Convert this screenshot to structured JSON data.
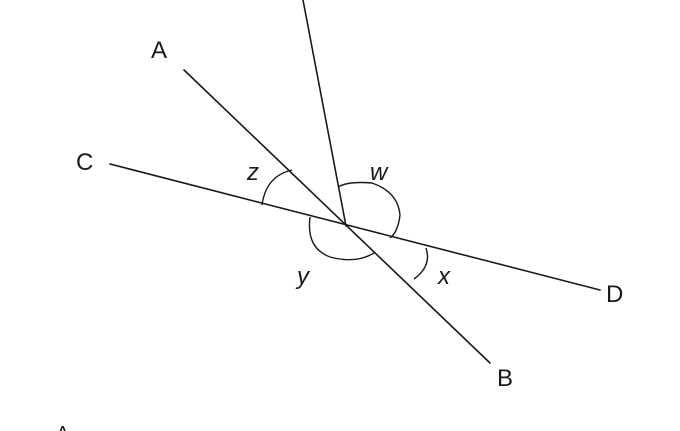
{
  "points": {
    "a": "A",
    "b": "B",
    "c": "C",
    "d": "D"
  },
  "angles": {
    "w": "w",
    "x": "x",
    "y": "y",
    "z": "z"
  },
  "stray_mark": "A"
}
